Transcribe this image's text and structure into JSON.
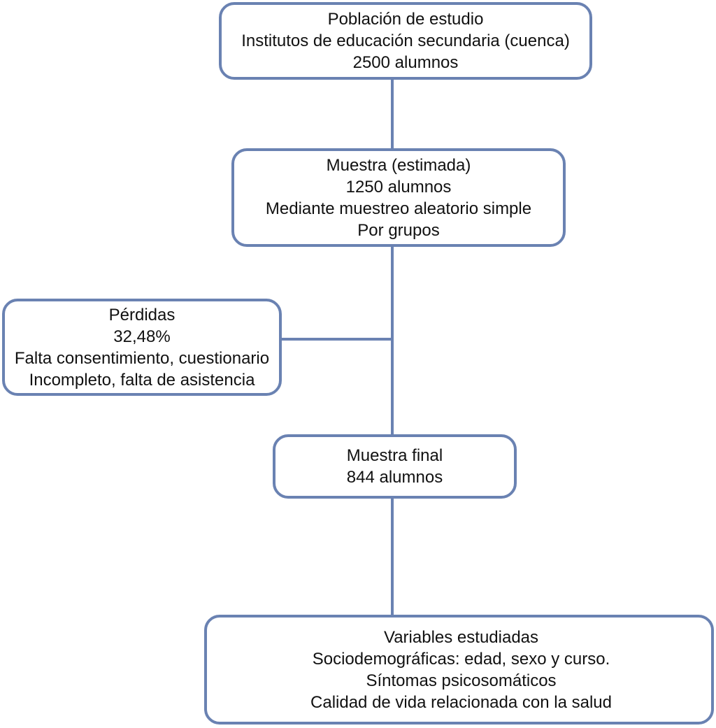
{
  "diagram": {
    "nodes": [
      {
        "id": "poblacion",
        "lines": [
          "Población de estudio",
          "Institutos de educación secundaria (cuenca)",
          "2500 alumnos"
        ]
      },
      {
        "id": "muestra",
        "lines": [
          "Muestra (estimada)",
          "1250 alumnos",
          "Mediante muestreo aleatorio simple",
          "Por grupos"
        ]
      },
      {
        "id": "perdidas",
        "lines": [
          "Pérdidas",
          "32,48%",
          "Falta consentimiento, cuestionario",
          "Incompleto, falta de asistencia"
        ]
      },
      {
        "id": "final",
        "lines": [
          "Muestra final",
          "844 alumnos"
        ]
      },
      {
        "id": "variables",
        "lines": [
          "Variables estudiadas",
          "Sociodemográficas: edad, sexo y curso.",
          "Síntomas psicosomáticos",
          "Calidad de vida relacionada con la salud"
        ]
      }
    ],
    "edges": [
      {
        "from": "poblacion",
        "to": "muestra"
      },
      {
        "from": "muestra",
        "to": "final"
      },
      {
        "from": "muestra",
        "to": "perdidas"
      },
      {
        "from": "final",
        "to": "variables"
      }
    ],
    "colors": {
      "border": "#6a82b2",
      "connector": "#6a82b2",
      "text": "#111111",
      "background": "#ffffff"
    }
  }
}
